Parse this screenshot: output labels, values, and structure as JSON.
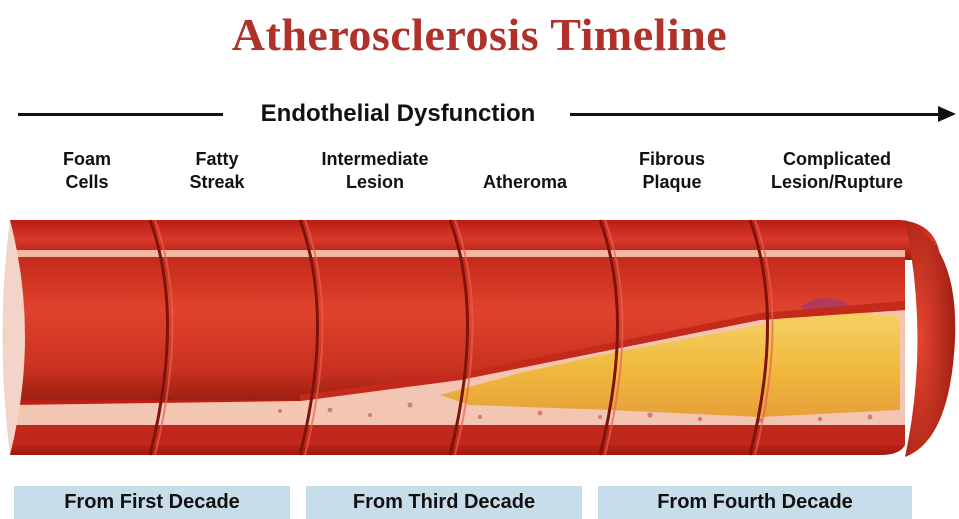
{
  "title": "Atherosclerosis Timeline",
  "timeline": {
    "label": "Endothelial Dysfunction"
  },
  "stages": [
    {
      "line1": "Foam",
      "line2": "Cells"
    },
    {
      "line1": "Fatty",
      "line2": "Streak"
    },
    {
      "line1": "Intermediate",
      "line2": "Lesion"
    },
    {
      "line1": "",
      "line2": "Atheroma"
    },
    {
      "line1": "Fibrous",
      "line2": "Plaque"
    },
    {
      "line1": "Complicated",
      "line2": "Lesion/Rupture"
    }
  ],
  "decades": [
    {
      "label": "From First Decade"
    },
    {
      "label": "From Third Decade"
    },
    {
      "label": "From Fourth Decade"
    }
  ],
  "colors": {
    "title": "#b0302a",
    "artery_wall": "#c8261a",
    "artery_dark": "#8e1710",
    "lumen": "#d8321f",
    "plaque": "#f2c24a",
    "intima": "#f4c9b8",
    "decade_band": "#c7dde9"
  }
}
